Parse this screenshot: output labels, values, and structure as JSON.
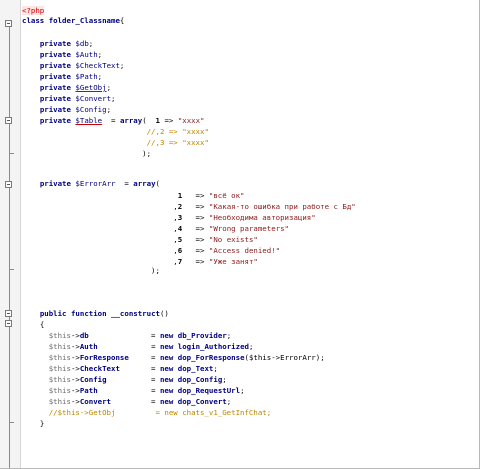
{
  "php_open_tag": "<?php",
  "class_line": {
    "keyword": "class",
    "name": "folder_Classname",
    "brace": "{"
  },
  "properties": [
    {
      "keyword": "private",
      "var": "$db",
      "end": ";"
    },
    {
      "keyword": "private",
      "var": "$Auth",
      "end": ";"
    },
    {
      "keyword": "private",
      "var": "$CheckText",
      "end": ";"
    },
    {
      "keyword": "private",
      "var": "$Path",
      "end": ";"
    },
    {
      "keyword": "private",
      "var": "$GetObj",
      "end": ";"
    },
    {
      "keyword": "private",
      "var": "$Convert",
      "end": ";"
    },
    {
      "keyword": "private",
      "var": "$Config",
      "end": ";"
    }
  ],
  "table_line": {
    "keyword": "private",
    "var": "$Table",
    "assign": "  = ",
    "func": "array",
    "paren": "(  ",
    "key": "1",
    "arrow": " => ",
    "value": "\"xxxx\""
  },
  "table_comments": [
    "//,2 => \"xxxx\"",
    "//,3 => \"xxxx\""
  ],
  "table_close": ");",
  "error_line": {
    "keyword": "private",
    "var": "$ErrorArr",
    "assign": "  = ",
    "func": "array",
    "paren": "("
  },
  "error_items": [
    {
      "prefix": " ",
      "key": "1",
      "arrow": "   => ",
      "value": "\"всё ок\""
    },
    {
      "prefix": ",",
      "key": "2",
      "arrow": "   => ",
      "value": "\"Какая-то ошибка при работе с Бд\""
    },
    {
      "prefix": ",",
      "key": "3",
      "arrow": "   => ",
      "value": "\"Необходима авторизация\""
    },
    {
      "prefix": ",",
      "key": "4",
      "arrow": "   => ",
      "value": "\"Wrong parameters\""
    },
    {
      "prefix": ",",
      "key": "5",
      "arrow": "   => ",
      "value": "\"No exists\""
    },
    {
      "prefix": ",",
      "key": "6",
      "arrow": "   => ",
      "value": "\"Access denied!\""
    },
    {
      "prefix": ",",
      "key": "7",
      "arrow": "   => ",
      "value": "\"Уже занят\""
    }
  ],
  "error_close": ");",
  "construct_line": {
    "kw1": "public",
    "kw2": "function",
    "name": "__construct",
    "parens": "()"
  },
  "open_brace": "{",
  "assignments": [
    {
      "obj": "$this",
      "arrow": "->",
      "prop": "db",
      "pad": "              = ",
      "kw": "new",
      "cls": "db_Provider",
      "args": "",
      "end": ";"
    },
    {
      "obj": "$this",
      "arrow": "->",
      "prop": "Auth",
      "pad": "            = ",
      "kw": "new",
      "cls": "login_Authorized",
      "args": "",
      "end": ";"
    },
    {
      "obj": "$this",
      "arrow": "->",
      "prop": "ForResponse",
      "pad": "     = ",
      "kw": "new",
      "cls": "dop_ForResponse",
      "args": "($this->ErrorArr)",
      "end": ";"
    },
    {
      "obj": "$this",
      "arrow": "->",
      "prop": "CheckText",
      "pad": "       = ",
      "kw": "new",
      "cls": "dop_Text",
      "args": "",
      "end": ";"
    },
    {
      "obj": "$this",
      "arrow": "->",
      "prop": "Config",
      "pad": "          = ",
      "kw": "new",
      "cls": "dop_Config",
      "args": "",
      "end": ";"
    },
    {
      "obj": "$this",
      "arrow": "->",
      "prop": "Path",
      "pad": "            = ",
      "kw": "new",
      "cls": "dop_RequestUrl",
      "args": "",
      "end": ";"
    },
    {
      "obj": "$this",
      "arrow": "->",
      "prop": "Convert",
      "pad": "         = ",
      "kw": "new",
      "cls": "dop_Convert",
      "args": "",
      "end": ";"
    }
  ],
  "commented_assignment": "//$this->GetObj         = new chats_v1_GetInfChat;",
  "close_brace": "}"
}
